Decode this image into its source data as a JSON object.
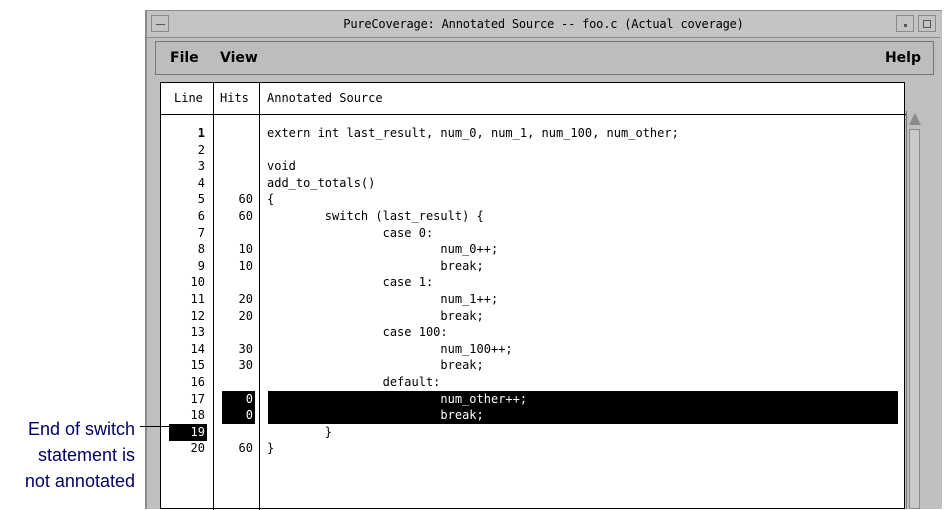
{
  "window": {
    "title": "PureCoverage: Annotated Source -- foo.c (Actual coverage)"
  },
  "menubar": {
    "file": "File",
    "view": "View",
    "help": "Help"
  },
  "columns": {
    "line": "Line",
    "hits": "Hits",
    "source": "Annotated Source"
  },
  "rows": [
    {
      "line": "1",
      "hits": "",
      "src": "extern int last_result, num_0, num_1, num_100, num_other;",
      "highlight": false
    },
    {
      "line": "2",
      "hits": "",
      "src": "",
      "highlight": false
    },
    {
      "line": "3",
      "hits": "",
      "src": "void",
      "highlight": false
    },
    {
      "line": "4",
      "hits": "",
      "src": "add_to_totals()",
      "highlight": false
    },
    {
      "line": "5",
      "hits": "60",
      "src": "{",
      "highlight": false
    },
    {
      "line": "6",
      "hits": "60",
      "src": "        switch (last_result) {",
      "highlight": false
    },
    {
      "line": "7",
      "hits": "",
      "src": "                case 0:",
      "highlight": false
    },
    {
      "line": "8",
      "hits": "10",
      "src": "                        num_0++;",
      "highlight": false
    },
    {
      "line": "9",
      "hits": "10",
      "src": "                        break;",
      "highlight": false
    },
    {
      "line": "10",
      "hits": "",
      "src": "                case 1:",
      "highlight": false
    },
    {
      "line": "11",
      "hits": "20",
      "src": "                        num_1++;",
      "highlight": false
    },
    {
      "line": "12",
      "hits": "20",
      "src": "                        break;",
      "highlight": false
    },
    {
      "line": "13",
      "hits": "",
      "src": "                case 100:",
      "highlight": false
    },
    {
      "line": "14",
      "hits": "30",
      "src": "                        num_100++;",
      "highlight": false
    },
    {
      "line": "15",
      "hits": "30",
      "src": "                        break;",
      "highlight": false
    },
    {
      "line": "16",
      "hits": "",
      "src": "                default:",
      "highlight": false
    },
    {
      "line": "17",
      "hits": "0",
      "src": "                        num_other++;",
      "highlight": true
    },
    {
      "line": "18",
      "hits": "0",
      "src": "                        break;",
      "highlight": true
    },
    {
      "line": "19",
      "hits": "",
      "src": "        }",
      "highlight": false,
      "line_highlight": true
    },
    {
      "line": "20",
      "hits": "60",
      "src": "}",
      "highlight": false
    }
  ],
  "callout": {
    "line1": "End of switch",
    "line2": "statement is",
    "line3": "not annotated"
  },
  "colors": {
    "window_bg": "#bfbfbf",
    "highlight": "#000000",
    "callout_text": "#000066"
  }
}
